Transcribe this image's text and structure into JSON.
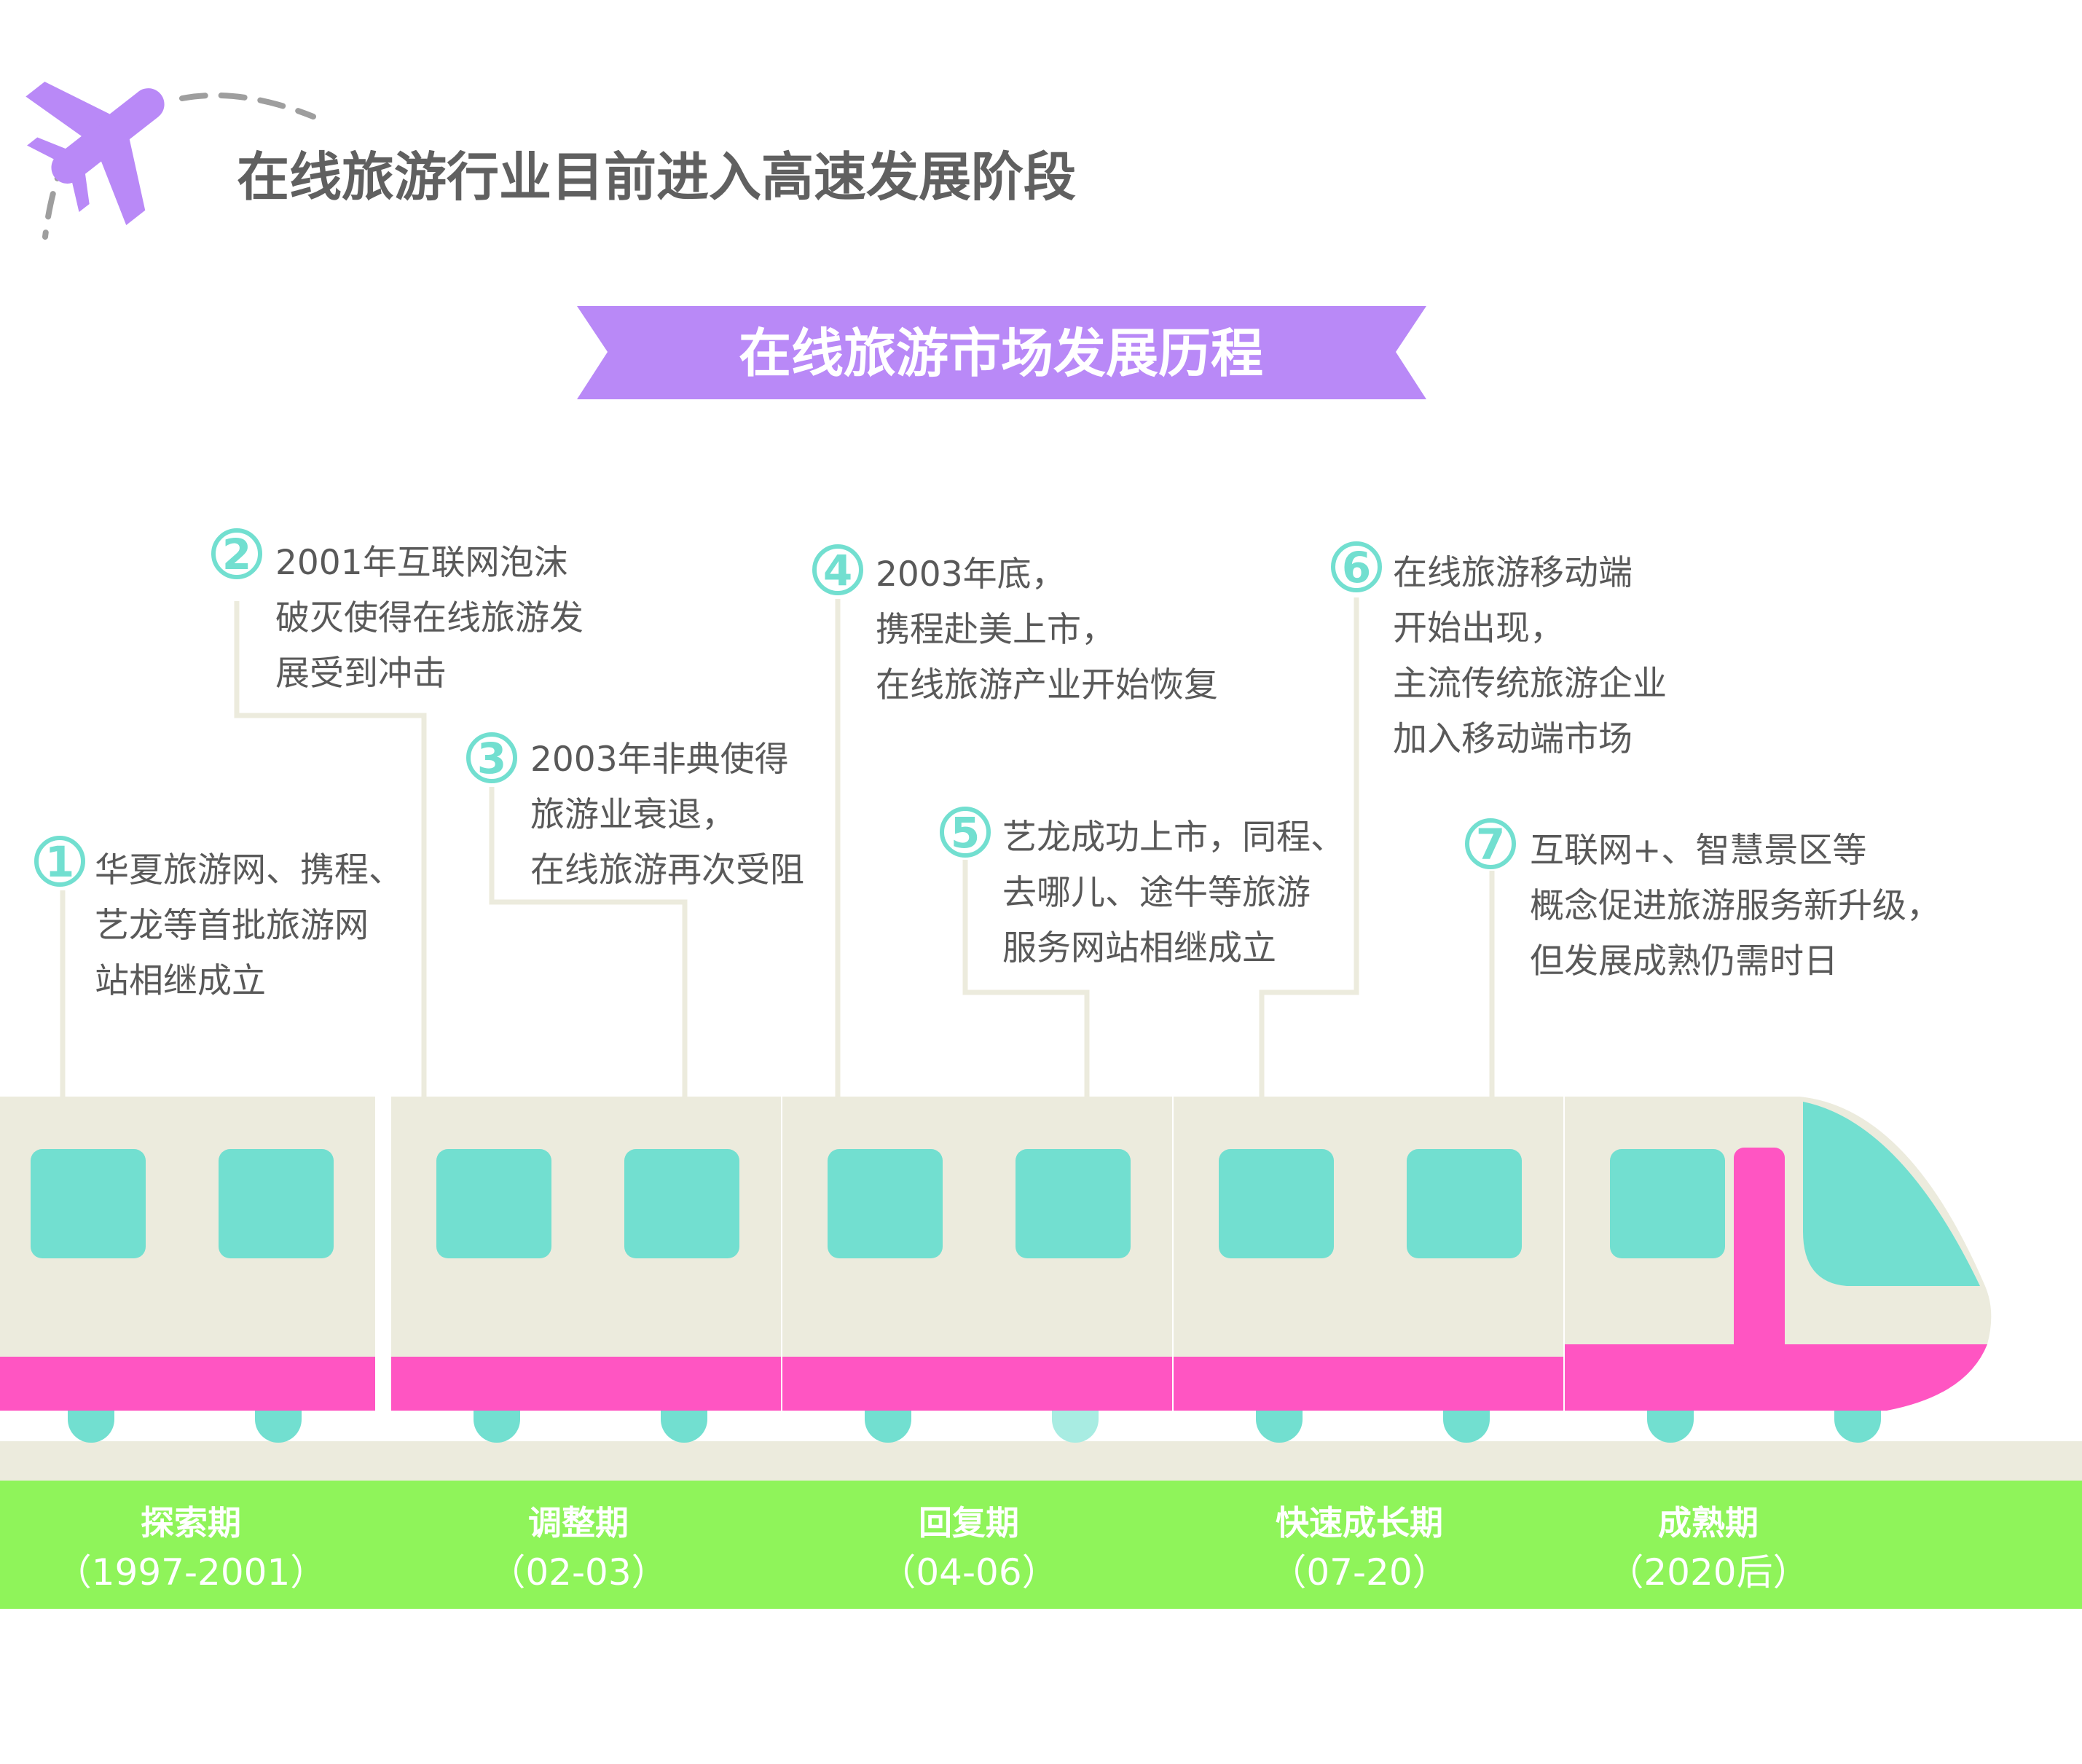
{
  "header": {
    "title": "在线旅游行业目前进入高速发展阶段",
    "icon": "airplane-icon"
  },
  "banner": {
    "text": "在线旅游市场发展历程"
  },
  "colors": {
    "purple": "#b989f7",
    "teal": "#72dfd0",
    "pink": "#ff55c2",
    "green": "#8ff45a",
    "cream": "#ecebdd",
    "text": "#595959"
  },
  "milestones": [
    {
      "num": "1",
      "lines": [
        "华夏旅游网、携程、",
        "艺龙等首批旅游网",
        "站相继成立"
      ]
    },
    {
      "num": "2",
      "lines": [
        "2001年互联网泡沫",
        "破灭使得在线旅游发",
        "展受到冲击"
      ]
    },
    {
      "num": "3",
      "lines": [
        "2003年非典使得",
        "旅游业衰退，",
        "在线旅游再次受阻"
      ]
    },
    {
      "num": "4",
      "lines": [
        "2003年底，",
        "携程赴美上市，",
        "在线旅游产业开始恢复"
      ]
    },
    {
      "num": "5",
      "lines": [
        "艺龙成功上市，同程、",
        "去哪儿、途牛等旅游",
        "服务网站相继成立"
      ]
    },
    {
      "num": "6",
      "lines": [
        "在线旅游移动端",
        "开始出现，",
        "主流传统旅游企业",
        "加入移动端市场"
      ]
    },
    {
      "num": "7",
      "lines": [
        "互联网+、智慧景区等",
        "概念促进旅游服务新升级，",
        "但发展成熟仍需时日"
      ]
    }
  ],
  "phases": [
    {
      "name": "探索期",
      "period": "（1997-2001）"
    },
    {
      "name": "调整期",
      "period": "（02-03）"
    },
    {
      "name": "回复期",
      "period": "（04-06）"
    },
    {
      "name": "快速成长期",
      "period": "（07-20）"
    },
    {
      "name": "成熟期",
      "period": "（2020后）"
    }
  ]
}
